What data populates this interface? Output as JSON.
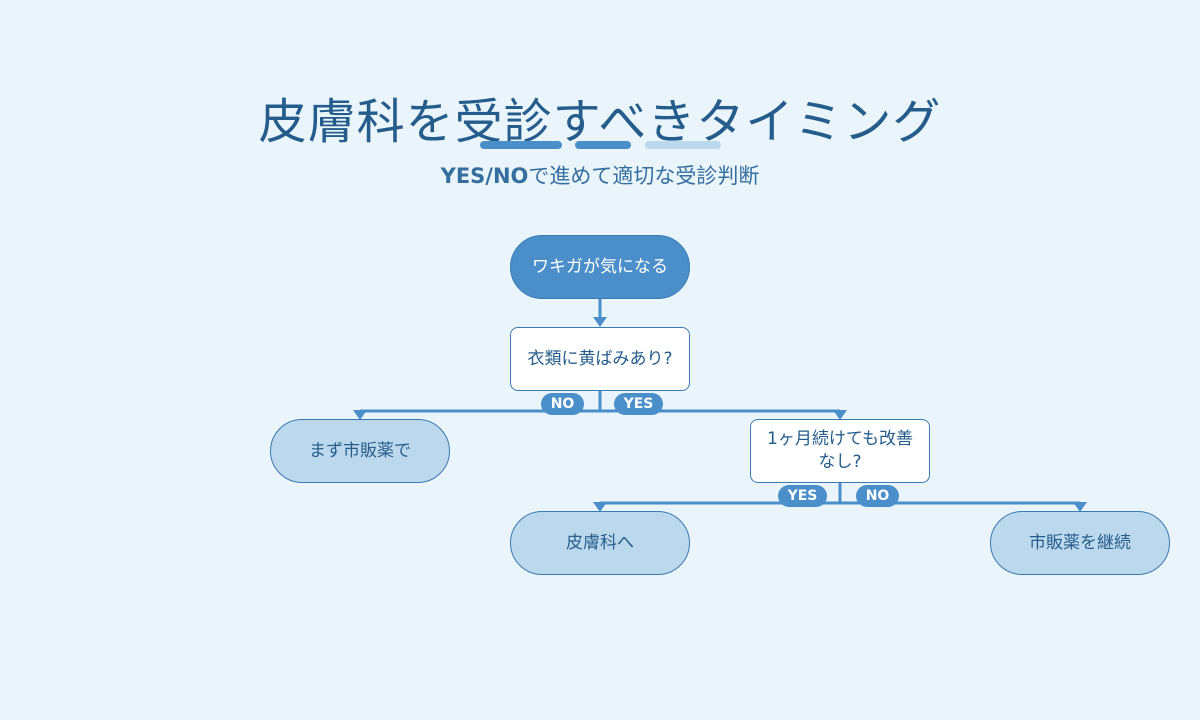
{
  "title": "皮膚科を受診すべきタイミング",
  "subtitle_bold": "YES/NO",
  "subtitle_rest": "で進めて適切な受診判断",
  "colors": {
    "background": "#eaf4fb",
    "primary": "#4b8fca",
    "stroke": "#3a7ab3",
    "terminal_fill": "#bcd8ec",
    "text": "#245c8c",
    "decoration_light": "#bcd8ec"
  },
  "nodes": {
    "start": "ワキガが気になる",
    "q1": "衣類に黄ばみあり?",
    "otc_first": "まず市販薬で",
    "q2": "1ヶ月続けても改善\nなし?",
    "dermatology": "皮膚科へ",
    "continue_otc": "市販薬を継続"
  },
  "labels": {
    "q1_no": "NO",
    "q1_yes": "YES",
    "q2_yes": "YES",
    "q2_no": "NO"
  }
}
